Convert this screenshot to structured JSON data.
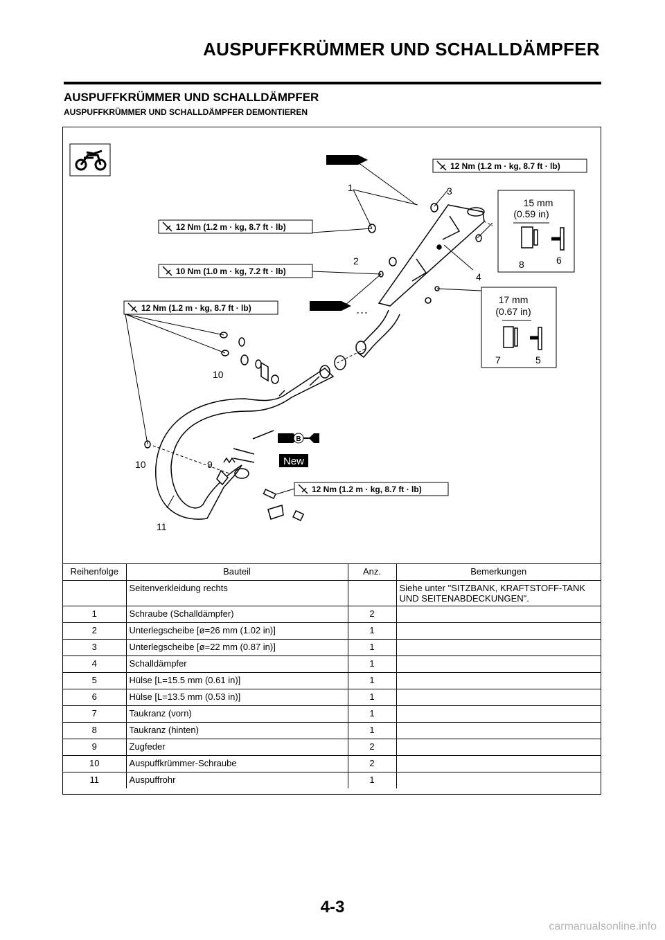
{
  "header": {
    "title": "AUSPUFFKRÜMMER UND SCHALLDÄMPFER"
  },
  "section": {
    "title": "AUSPUFFKRÜMMER UND SCHALLDÄMPFER",
    "subtitle": "AUSPUFFKRÜMMER UND SCHALLDÄMPFER DEMONTIEREN"
  },
  "diagram": {
    "torque_labels": [
      "12 Nm (1.2 m · kg, 8.7 ft · lb)",
      "12 Nm (1.2 m · kg, 8.7 ft · lb)",
      "10 Nm (1.0 m · kg, 7.2 ft · lb)",
      "12 Nm (1.2 m · kg, 8.7 ft · lb)",
      "12 Nm (1.2 m · kg, 8.7 ft · lb)"
    ],
    "callouts": [
      "1",
      "2",
      "3",
      "4",
      "5",
      "6",
      "7",
      "8",
      "9",
      "10",
      "10",
      "11"
    ],
    "dims": {
      "top_mm": "15 mm",
      "top_in": "(0.59 in)",
      "bottom_mm": "17 mm",
      "bottom_in": "(0.67 in)"
    },
    "new_tag": "New",
    "grease_letter": "B"
  },
  "table": {
    "headers": [
      "Reihenfolge",
      "Bauteil",
      "Anz.",
      "Bemerkungen"
    ],
    "rows": [
      {
        "seq": "",
        "part": "Seitenverkleidung rechts",
        "qty": "",
        "remark": "Siehe unter \"SITZBANK, KRAFTSTOFF-TANK UND SEITENABDECKUNGEN\"."
      },
      {
        "seq": "1",
        "part": "Schraube (Schalldämpfer)",
        "qty": "2",
        "remark": ""
      },
      {
        "seq": "2",
        "part": "Unterlegscheibe [ø=26 mm (1.02 in)]",
        "qty": "1",
        "remark": ""
      },
      {
        "seq": "3",
        "part": "Unterlegscheibe [ø=22 mm (0.87 in)]",
        "qty": "1",
        "remark": ""
      },
      {
        "seq": "4",
        "part": "Schalldämpfer",
        "qty": "1",
        "remark": ""
      },
      {
        "seq": "5",
        "part": "Hülse [L=15.5 mm (0.61 in)]",
        "qty": "1",
        "remark": ""
      },
      {
        "seq": "6",
        "part": "Hülse [L=13.5 mm (0.53 in)]",
        "qty": "1",
        "remark": ""
      },
      {
        "seq": "7",
        "part": "Taukranz (vorn)",
        "qty": "1",
        "remark": ""
      },
      {
        "seq": "8",
        "part": "Taukranz (hinten)",
        "qty": "1",
        "remark": ""
      },
      {
        "seq": "9",
        "part": "Zugfeder",
        "qty": "2",
        "remark": ""
      },
      {
        "seq": "10",
        "part": "Auspuffkrümmer-Schraube",
        "qty": "2",
        "remark": ""
      },
      {
        "seq": "11",
        "part": "Auspuffrohr",
        "qty": "1",
        "remark": ""
      }
    ]
  },
  "page": {
    "number": "4-3"
  },
  "watermark": "carmanualsonline.info"
}
